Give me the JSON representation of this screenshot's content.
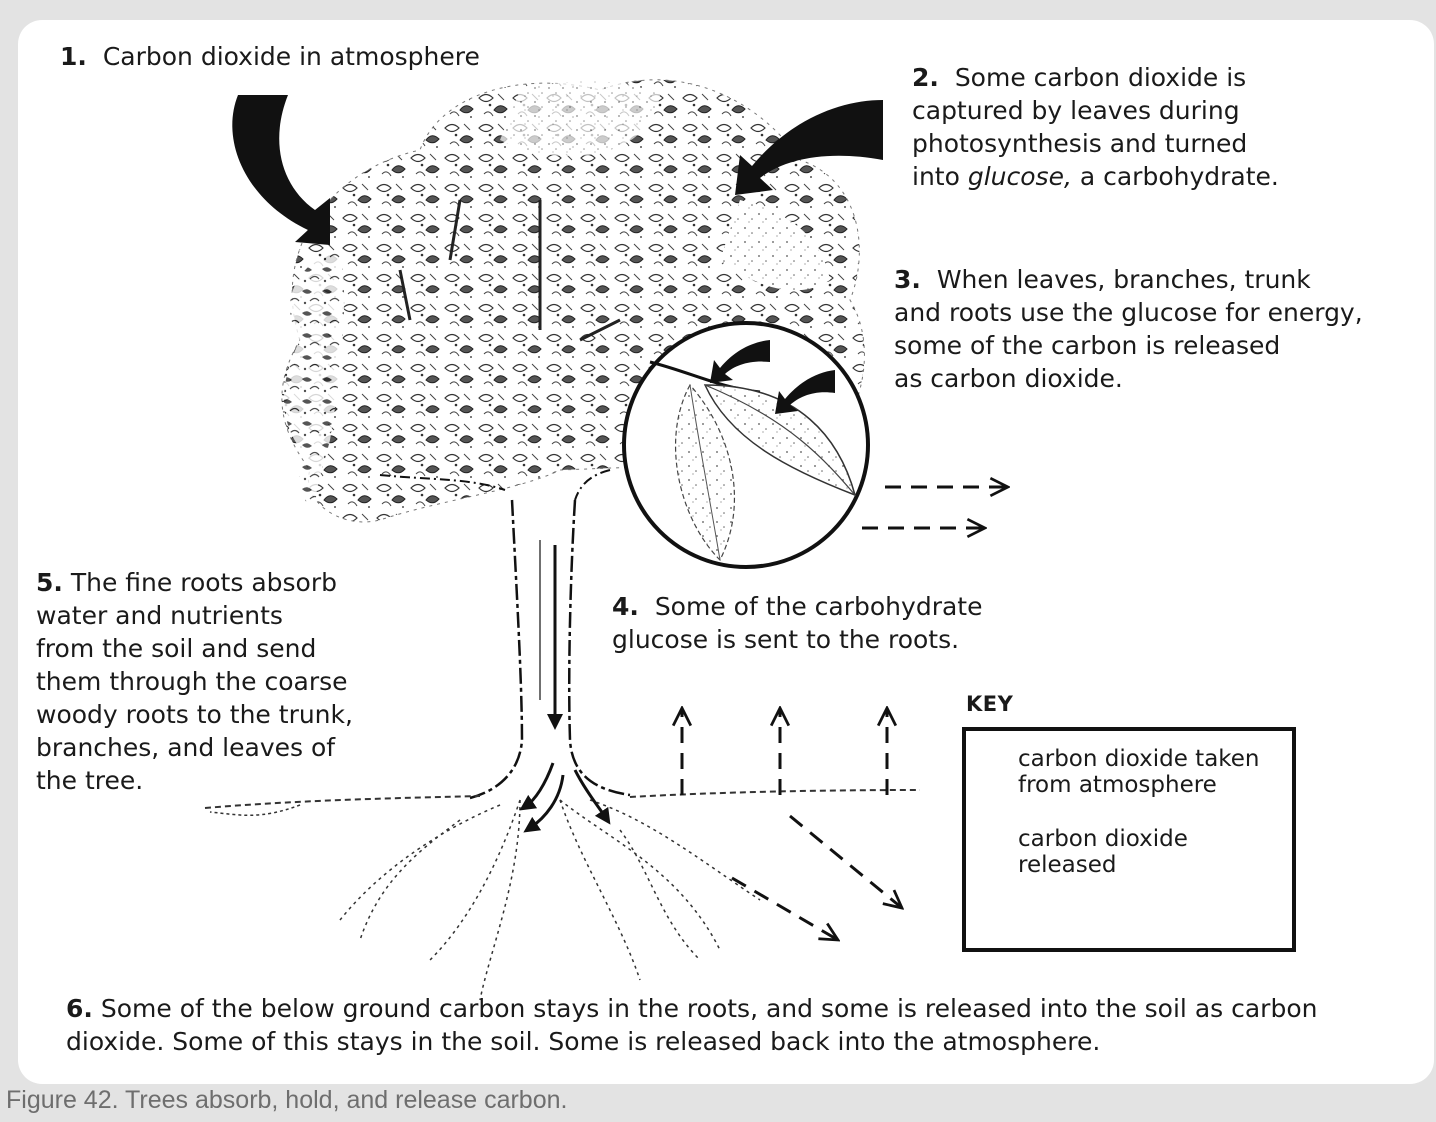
{
  "steps": {
    "s1": {
      "num": "1.",
      "text": "Carbon dioxide in atmosphere"
    },
    "s2": {
      "num": "2.",
      "text": "Some carbon dioxide is\ncaptured by leaves during\nphotosynthesis and turned",
      "line_pre": "into ",
      "line_em": "glucose,",
      "line_post": " a carbohydrate."
    },
    "s3": {
      "num": "3.",
      "text": "When leaves, branches, trunk\nand roots use the glucose for energy,\nsome of the carbon is released\nas carbon dioxide."
    },
    "s4": {
      "num": "4.",
      "text": "Some of the carbohydrate\nglucose is sent to the roots."
    },
    "s5": {
      "num": "5.",
      "text": "The fine roots absorb\nwater and nutrients\nfrom the soil and send\nthem through the coarse\nwoody roots to the trunk,\nbranches, and leaves of\nthe tree."
    },
    "s6": {
      "num": "6.",
      "text": "Some of the below ground carbon stays in the roots, and some is released into the soil as carbon\ndioxide. Some of this stays in the soil. Some is released back into the atmosphere."
    }
  },
  "key": {
    "title": "KEY",
    "taken": "carbon dioxide taken\nfrom atmosphere",
    "released": "carbon dioxide\nreleased"
  },
  "caption": "Figure 42.  Trees absorb, hold, and release carbon."
}
